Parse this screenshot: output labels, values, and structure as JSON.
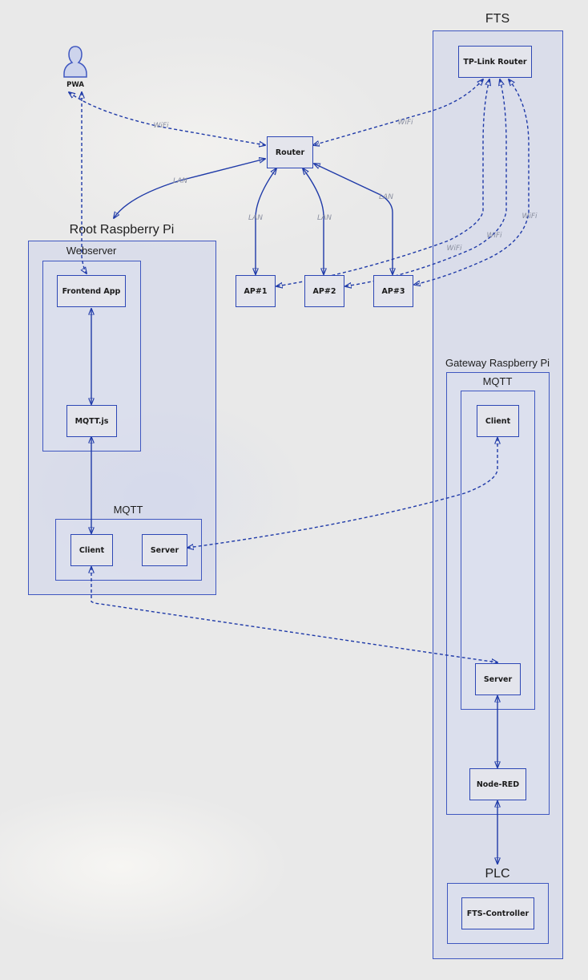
{
  "groups": {
    "fts": "FTS",
    "root_pi": "Root Raspberry Pi",
    "webserver": "Webserver",
    "root_mqtt": "MQTT",
    "gateway_pi": "Gateway Raspberry Pi",
    "gateway_mqtt": "MQTT",
    "plc": "PLC"
  },
  "actor": {
    "label": "PWA",
    "icon": "user-icon"
  },
  "nodes": {
    "router": "Router",
    "tplink": "TP-Link Router",
    "ap1": "AP#1",
    "ap2": "AP#2",
    "ap3": "AP#3",
    "frontend": "Frontend App",
    "mqttjs": "MQTT.js",
    "root_client": "Client",
    "root_server": "Server",
    "gw_client": "Client",
    "gw_server": "Server",
    "nodered": "Node-RED",
    "fts_controller": "FTS-Controller"
  },
  "edge_labels": {
    "pwa_router": "WiFi",
    "router_rootpi": "LAN",
    "router_ap1": "LAN",
    "router_ap2": "LAN",
    "router_ap3": "LAN",
    "tplink_router": "WiFi",
    "tplink_ap1": "WiFi",
    "tplink_ap2": "WiFi",
    "tplink_ap3": "WiFi"
  },
  "colors": {
    "line": "#1f3aa8",
    "border": "#3f57c0",
    "group_fill": "#cfd5ea",
    "node_fill": "#e4e5ec"
  }
}
